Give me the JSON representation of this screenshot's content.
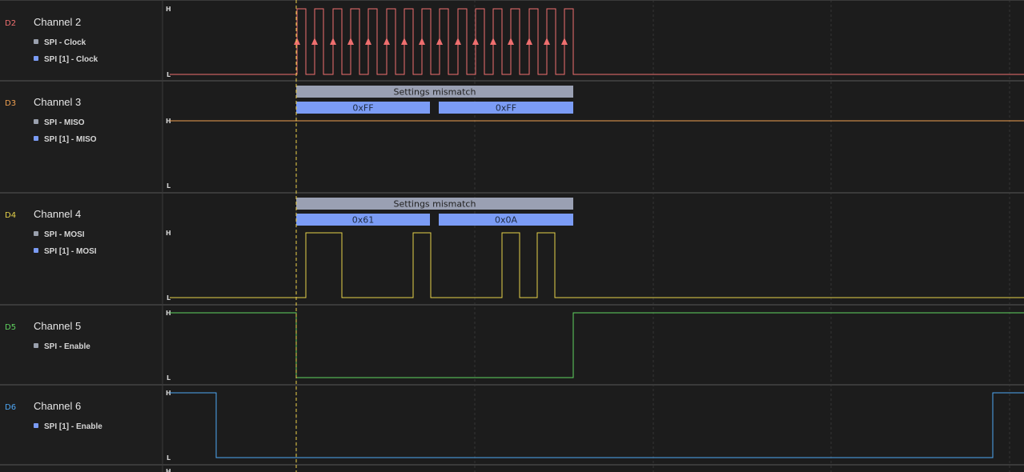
{
  "channels": [
    {
      "code": "D2",
      "name": "Channel 2",
      "color": "#ef6f6f",
      "analyzers": [
        {
          "label": "SPI - Clock",
          "dot": "#9aa0ad"
        },
        {
          "label": "SPI [1] - Clock",
          "dot": "#7b9cf5"
        }
      ]
    },
    {
      "code": "D3",
      "name": "Channel 3",
      "color": "#f0a050",
      "analyzers": [
        {
          "label": "SPI - MISO",
          "dot": "#9aa0ad"
        },
        {
          "label": "SPI [1] - MISO",
          "dot": "#7b9cf5"
        }
      ]
    },
    {
      "code": "D4",
      "name": "Channel 4",
      "color": "#e6d24a",
      "analyzers": [
        {
          "label": "SPI - MOSI",
          "dot": "#9aa0ad"
        },
        {
          "label": "SPI [1] - MOSI",
          "dot": "#7b9cf5"
        }
      ]
    },
    {
      "code": "D5",
      "name": "Channel 5",
      "color": "#5fd35f",
      "analyzers": [
        {
          "label": "SPI - Enable",
          "dot": "#9aa0ad"
        }
      ]
    },
    {
      "code": "D6",
      "name": "Channel 6",
      "color": "#4ea7f5",
      "analyzers": [
        {
          "label": "SPI [1] - Enable",
          "dot": "#7b9cf5"
        }
      ]
    }
  ],
  "levels": {
    "high": "H",
    "low": "L"
  },
  "decodes": {
    "miso": {
      "status": "Settings mismatch",
      "bytes": [
        "0xFF",
        "0xFF"
      ]
    },
    "mosi": {
      "status": "Settings mismatch",
      "bytes": [
        "0x61",
        "0x0A"
      ]
    }
  },
  "colors": {
    "status_bar": "#9aa0b3",
    "byte_bar": "#7b9cf5",
    "cursor": "#f0d24a",
    "separator": "#3a3a3a"
  }
}
